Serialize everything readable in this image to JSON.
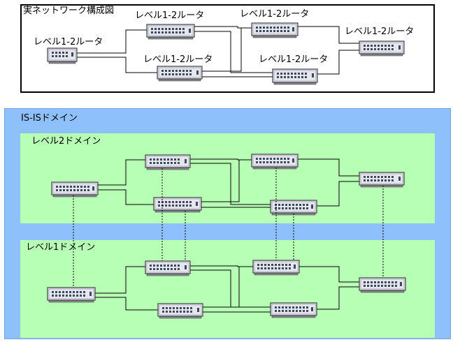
{
  "physical_network": {
    "title": "実ネットワーク構成図",
    "router_labels": [
      "レベル1-2ルータ",
      "レベル1-2ルータ",
      "レベル1-2ルータ",
      "レベル1-2ルータ",
      "レベル1-2ルータ",
      "レベル1-2ルータ"
    ]
  },
  "isis": {
    "title": "IS-ISドメイン",
    "level2_label": "レベル2ドメイン",
    "level1_label": "レベル1ドメイン"
  },
  "colors": {
    "isis_fill": "#8ec0fb",
    "domain_fill": "#b6ffb4",
    "router_fill": "#e6e6ee",
    "port_fill": "#3c4a5c"
  }
}
